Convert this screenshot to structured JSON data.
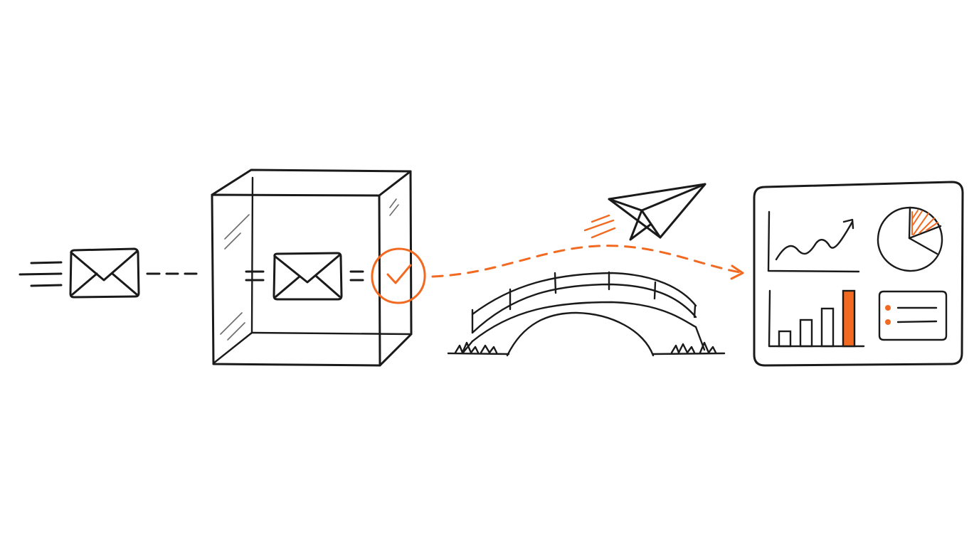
{
  "colors": {
    "ink": "#1a1a1a",
    "accent": "#f26a21",
    "background": "#ffffff"
  },
  "icons": [
    "speed-lines-icon",
    "envelope-icon",
    "transparent-cube-icon",
    "checkmark-circle-icon",
    "dashed-arrow-icon",
    "bridge-icon",
    "paper-plane-icon",
    "dashboard-icon",
    "line-chart-icon",
    "pie-chart-icon",
    "bar-chart-icon",
    "list-icon"
  ],
  "dashboard": {
    "bar_levels": [
      0.25,
      0.45,
      0.65,
      0.95
    ],
    "highlighted_bar": 3
  }
}
